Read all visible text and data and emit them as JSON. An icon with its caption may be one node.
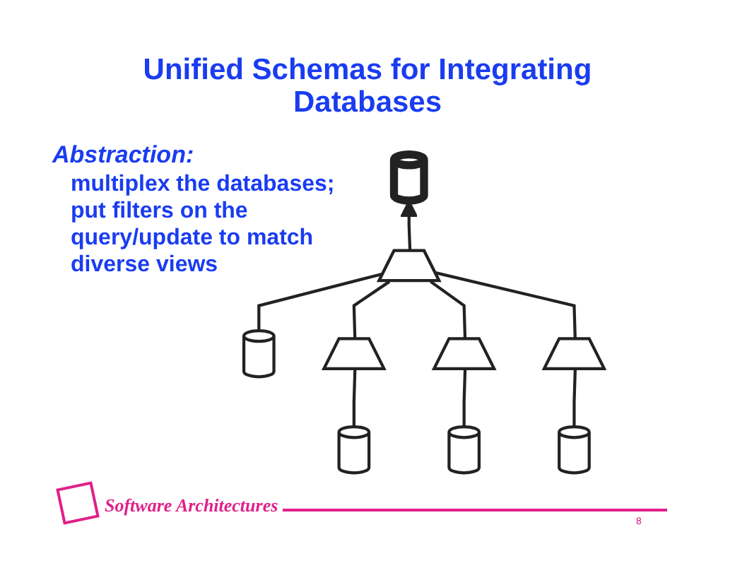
{
  "diagram": {
    "title": "Unified Schemas for Integrating Databases",
    "nodes": [
      {
        "text": [],
        "shape": "cylinder"
      },
      {
        "text": [],
        "shape": "arch"
      },
      {
        "text": [],
        "shape": "cylinder"
      },
      {
        "text": [],
        "shape": "arch"
      },
      {
        "text": [],
        "shape": "arch"
      },
      {
        "text": [],
        "shape": "arch"
      },
      {
        "text": [],
        "shape": "cylinder"
      },
      {
        "text": [],
        "shape": "cylinder"
      },
      {
        "text": [],
        "shape": "cylinder"
      }
    ],
    "edges": [
      {
        "from": 1,
        "to": 0,
        "arrow": "to"
      },
      {
        "from": 2,
        "to": 1,
        "arrow": "none"
      },
      {
        "from": 3,
        "to": 1,
        "arrow": "none"
      },
      {
        "from": 4,
        "to": 1,
        "arrow": "none"
      },
      {
        "from": 5,
        "to": 1,
        "arrow": "none"
      },
      {
        "from": 6,
        "to": 3,
        "arrow": "none"
      },
      {
        "from": 7,
        "to": 4,
        "arrow": "none"
      },
      {
        "from": 8,
        "to": 5,
        "arrow": "none"
      }
    ],
    "labels": [
      "Abstraction:",
      "multiplex the databases; put filters on the query/update to match diverse views",
      "Software Architectures",
      "8"
    ]
  }
}
